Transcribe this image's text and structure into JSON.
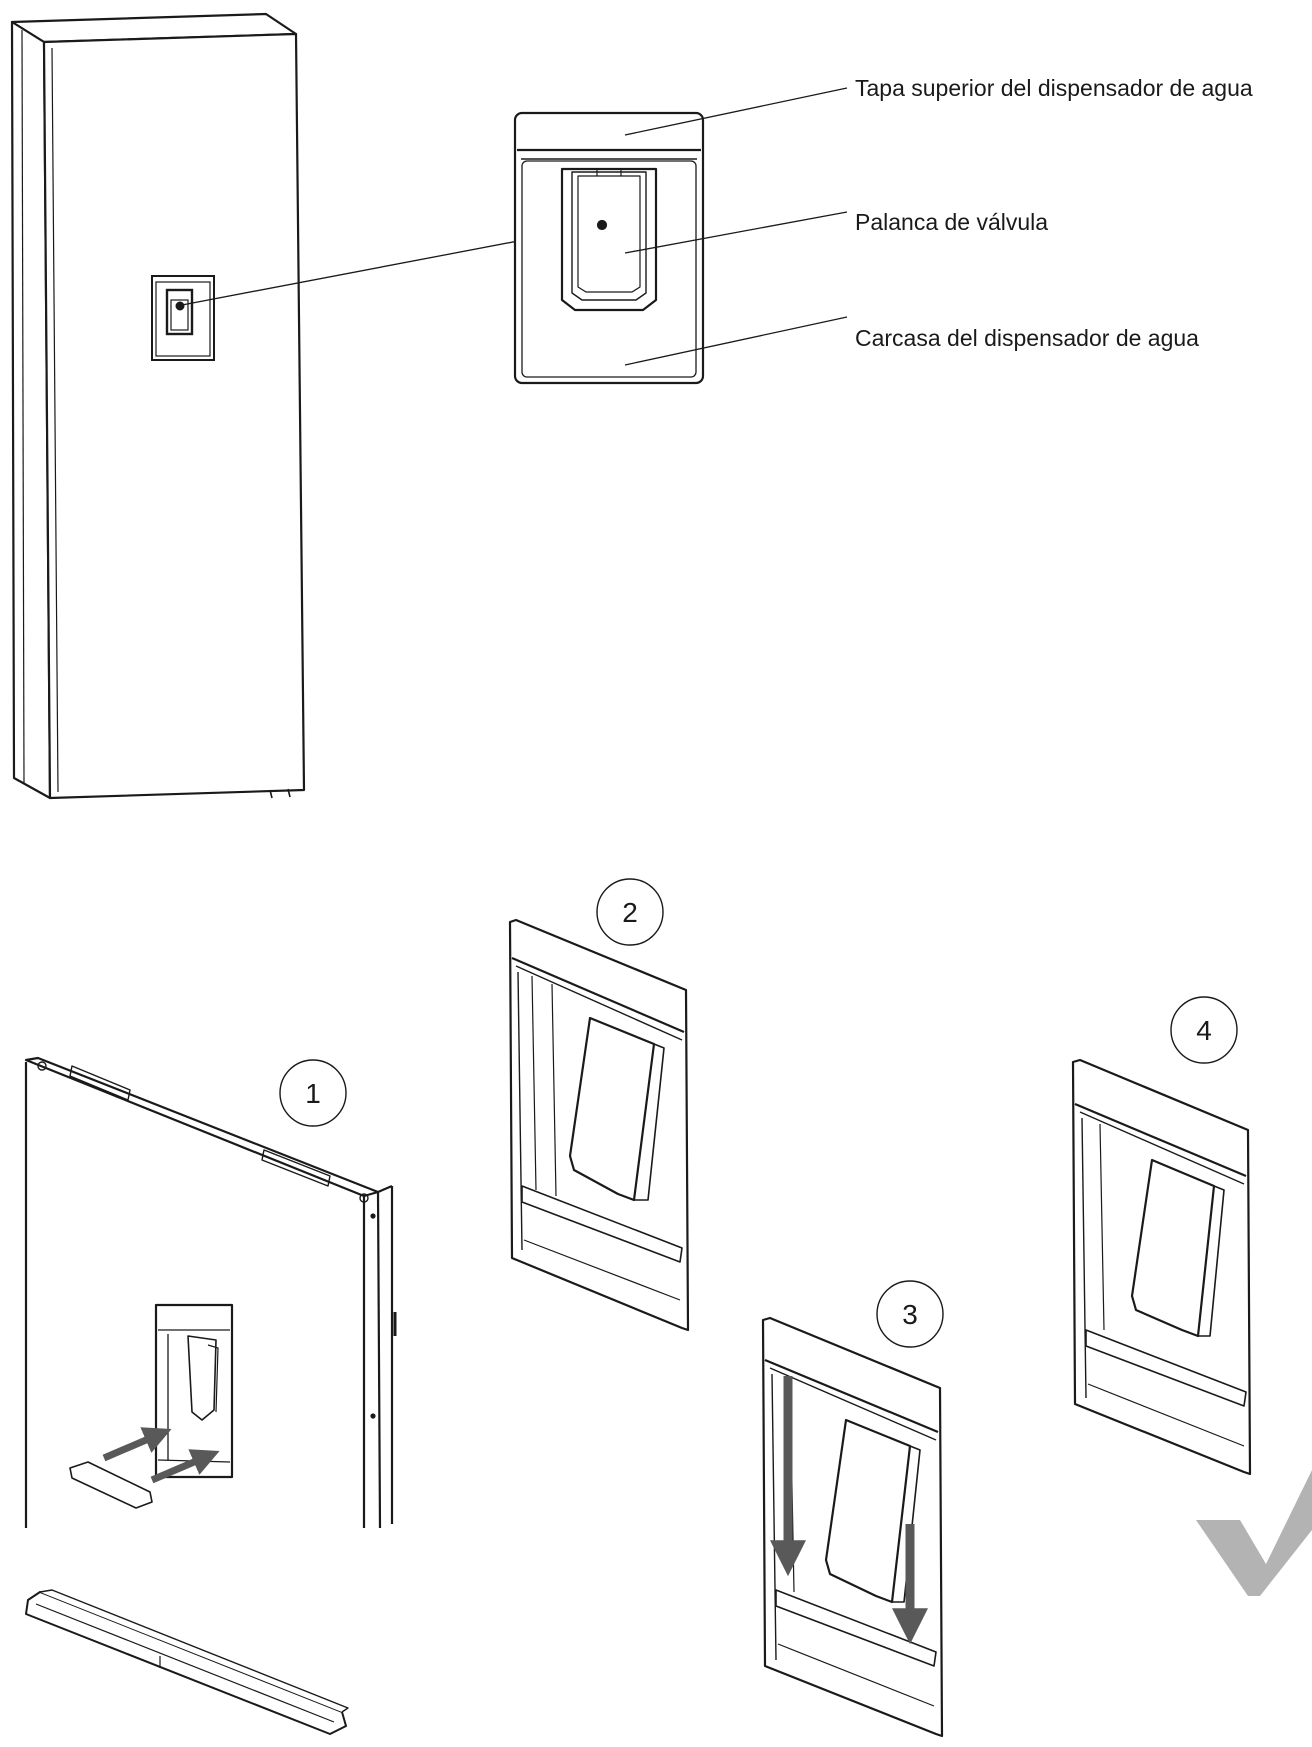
{
  "labels": {
    "top_cover": "Tapa superior del dispensador de agua",
    "valve_lever": "Palanca de válvula",
    "housing": "Carcasa del dispensador de agua"
  },
  "steps": {
    "step1": "1",
    "step2": "2",
    "step3": "3",
    "step4": "4"
  },
  "colors": {
    "line": "#1a1a1a",
    "arrow": "#595959",
    "check": "#b3b3b3"
  },
  "icons": {
    "done": "check-mark-icon",
    "direction": "arrow-icon"
  }
}
